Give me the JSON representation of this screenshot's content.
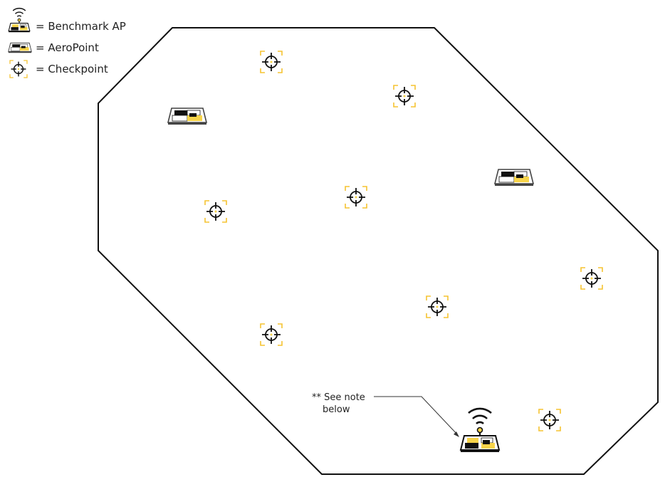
{
  "colors": {
    "outline": "#111111",
    "accent_yellow": "#f7d44a",
    "target_bracket": "#f5c331",
    "plate_fill": "#ffffff"
  },
  "legend": {
    "items": [
      {
        "icon": "benchmark-ap-icon",
        "text": "= Benchmark AP"
      },
      {
        "icon": "aeropoint-icon",
        "text": "= AeroPoint"
      },
      {
        "icon": "checkpoint-icon",
        "text": "= Checkpoint"
      }
    ]
  },
  "note": {
    "line1": "** See note",
    "line2": "below"
  }
}
